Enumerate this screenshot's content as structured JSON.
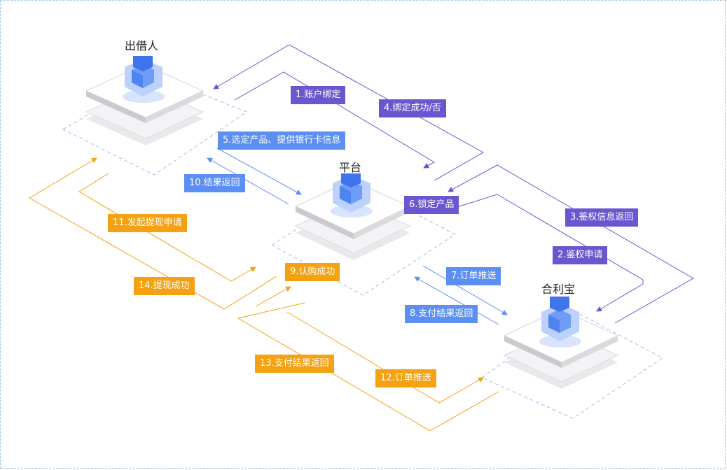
{
  "nodes": {
    "lender": "出借人",
    "platform": "平台",
    "partner": "合利宝"
  },
  "steps": {
    "s1": "1.账户绑定",
    "s2": "2.鉴权申请",
    "s3": "3.鉴权信息返回",
    "s4": "4.绑定成功/否",
    "s5": "5.选定产品、提供银行卡信息",
    "s6": "6.锁定产品",
    "s7": "7.订单推送",
    "s8": "8.支付结果返回",
    "s9": "9.认购成功",
    "s10": "10.结果返回",
    "s11": "11.发起提现申请",
    "s12": "12.订单推送",
    "s13": "13.支付结果返回",
    "s14": "14.提现成功"
  },
  "colors": {
    "purple": "#6b56cf",
    "blue": "#5b8ff3",
    "orange": "#f5a112",
    "cube": "#5b8ff3",
    "frame": "#9cc3ea"
  }
}
